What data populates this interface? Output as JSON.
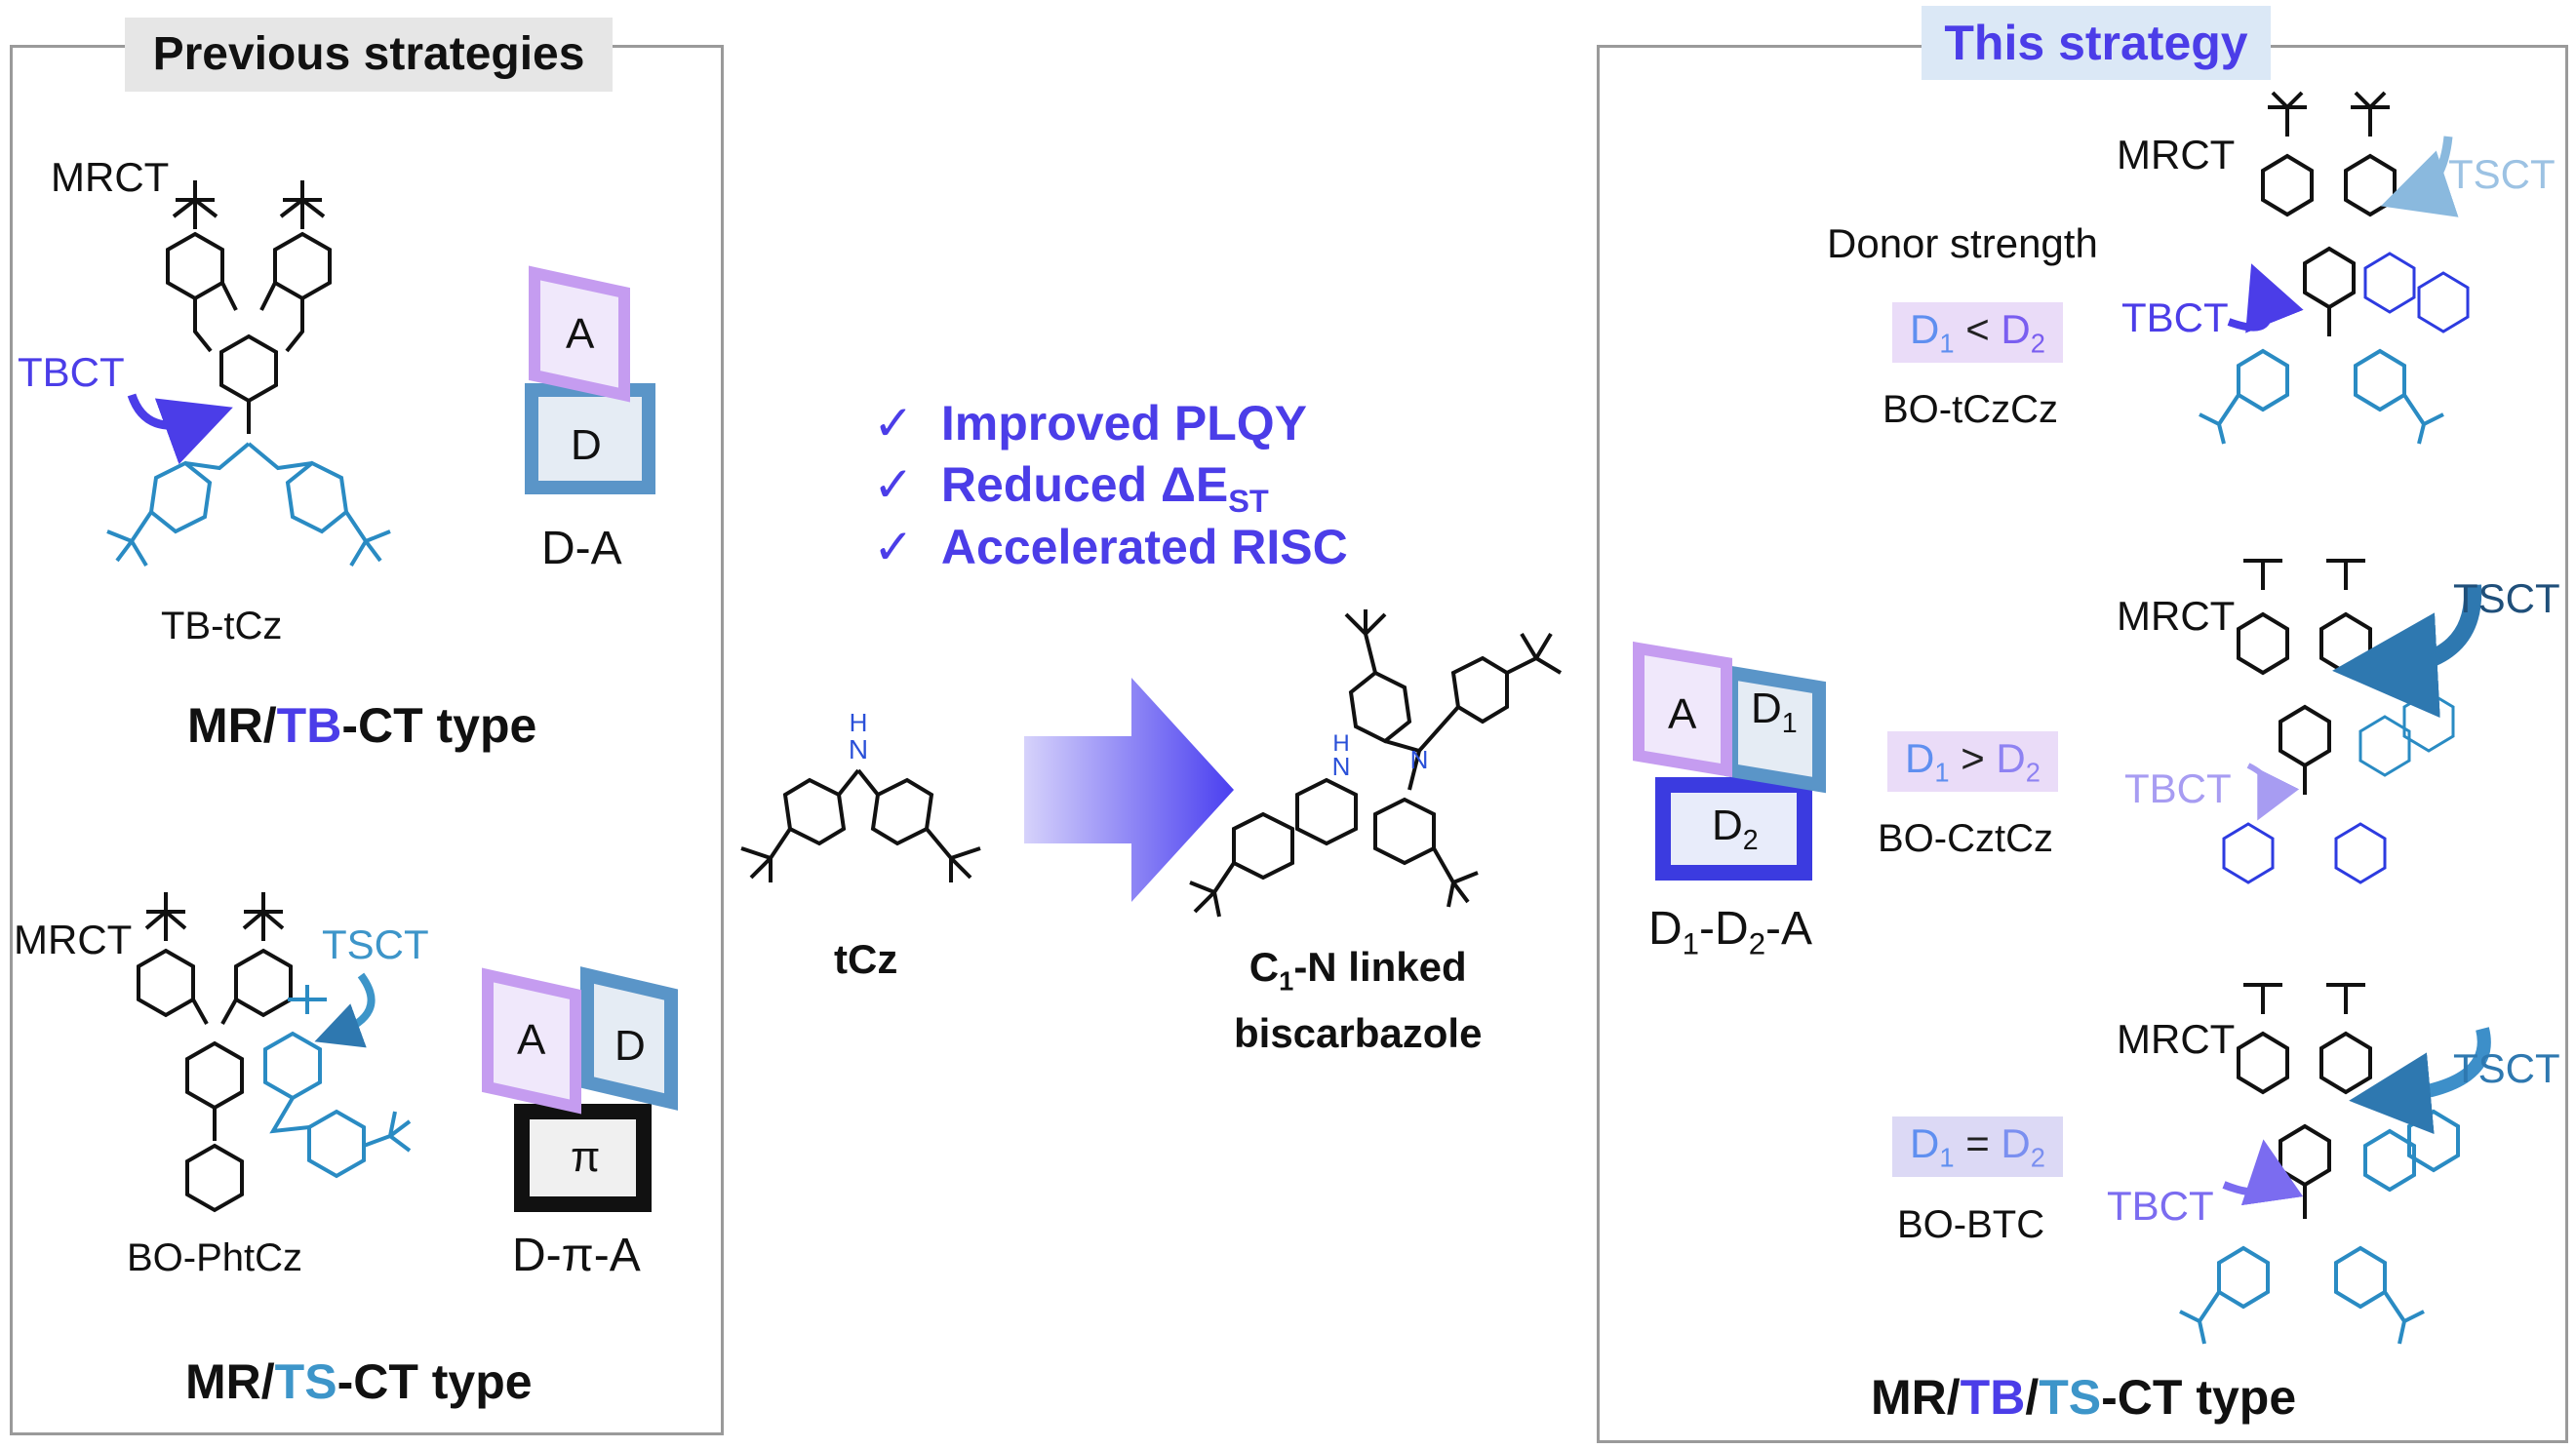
{
  "colors": {
    "tb_purple": "#4b3de8",
    "ts_blue": "#3d95c9",
    "carbazole_blue": "#2a8bc3",
    "acceptor_purple": "#c59cf0",
    "arrow_gradient_end": "#4a3ff0",
    "benefit_text": "#4b3de8"
  },
  "left_panel": {
    "title": "Previous strategies",
    "tb_section": {
      "molecule_label": "TB-tCz",
      "mrct_label": "MRCT",
      "tbct_label": "TBCT",
      "model_label": "D-A",
      "model_boxes": [
        "A",
        "D"
      ],
      "type_parts": [
        "MR/",
        "TB",
        "-CT type"
      ]
    },
    "ts_section": {
      "molecule_label": "BO-PhtCz",
      "mrct_label": "MRCT",
      "tsct_label": "TSCT",
      "model_label": "D-π-A",
      "model_boxes": [
        "A",
        "D",
        "π"
      ],
      "type_parts": [
        "MR/",
        "TS",
        "-CT type"
      ]
    }
  },
  "center": {
    "benefits": [
      {
        "check": "✓",
        "text": "Improved PLQY"
      },
      {
        "check": "✓",
        "text": "Reduced ΔE",
        "sub": "ST"
      },
      {
        "check": "✓",
        "text": "Accelerated RISC"
      }
    ],
    "start_label": "tCz",
    "product_label_line1": "C",
    "product_label_sub": "1",
    "product_label_rest": "-N linked",
    "product_label_line2": "biscarbazole"
  },
  "right_panel": {
    "title": "This strategy",
    "donor_strength_label": "Donor strength",
    "model_label": "D1-D2-A",
    "model_boxes": [
      "A",
      "D1",
      "D2"
    ],
    "entries": [
      {
        "mrct": "MRCT",
        "tsct": "TSCT",
        "tbct": "TBCT",
        "relation": "<",
        "name": "BO-tCzCz"
      },
      {
        "mrct": "MRCT",
        "tsct": "TSCT",
        "tbct": "TBCT",
        "relation": ">",
        "name": "BO-CztCz"
      },
      {
        "mrct": "MRCT",
        "tsct": "TSCT",
        "tbct": "TBCT",
        "relation": "=",
        "name": "BO-BTC"
      }
    ],
    "type_parts": [
      "MR/",
      "TB",
      "/",
      "TS",
      "-CT type"
    ]
  }
}
